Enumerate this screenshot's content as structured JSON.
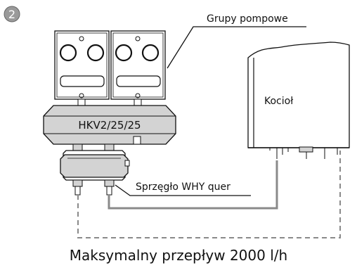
{
  "badge": {
    "number": "2"
  },
  "labels": {
    "pump_groups": "Grupy pompowe",
    "boiler": "Kocioł",
    "manifold": "HKV2/25/25",
    "coupler": "Sprzęgło WHY quer",
    "max_flow": "Maksymalny przepływ 2000 l/h"
  },
  "colors": {
    "badge_fill": "#9a9a9a",
    "component_fill": "#d3d3d3",
    "line": "#111111",
    "pipe": "#8a8a8a"
  }
}
